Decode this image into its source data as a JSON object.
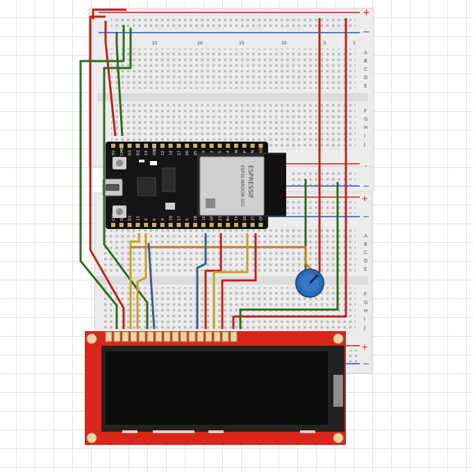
{
  "breadboard_top": {
    "column_numbers": [
      "25",
      "20",
      "15",
      "10",
      "5",
      "1"
    ],
    "row_letters_upper": [
      "A",
      "B",
      "C",
      "D",
      "E"
    ],
    "row_letters_lower": [
      "F",
      "G",
      "H",
      "I",
      "J"
    ],
    "rail_plus": "+",
    "rail_minus": "−"
  },
  "breadboard_bottom": {
    "row_letters_upper": [
      "A",
      "B",
      "C",
      "D",
      "E"
    ],
    "row_letters_lower": [
      "F",
      "G",
      "H",
      "I",
      "J"
    ],
    "rail_plus": "+",
    "rail_minus": "−"
  },
  "esp32": {
    "module_brand": "ESPRESSIF",
    "module_model": "ESP32-WROOM-32D",
    "top_pins": [
      "5V",
      "CMD",
      "D3",
      "D2",
      "13",
      "GND",
      "12",
      "14",
      "27",
      "26",
      "25",
      "33",
      "32",
      "35",
      "34",
      "VN",
      "VP",
      "EN",
      "3V3"
    ],
    "bottom_pins": [
      "CLK",
      "D0",
      "D1",
      "15",
      "2",
      "0",
      "4",
      "16",
      "17",
      "5",
      "18",
      "19",
      "GND",
      "21",
      "RX",
      "TX",
      "22",
      "23",
      "GND"
    ]
  },
  "lcd": {
    "pin_count": 16
  },
  "colors": {
    "wire_red": "#c0201a",
    "wire_green": "#2e6b1f",
    "wire_blue": "#3b5d8a",
    "wire_yellow": "#c9a21c",
    "wire_orange": "#c87a20",
    "lcd_pcb": "#d9261c",
    "potentiometer": "#2d6bb3"
  }
}
